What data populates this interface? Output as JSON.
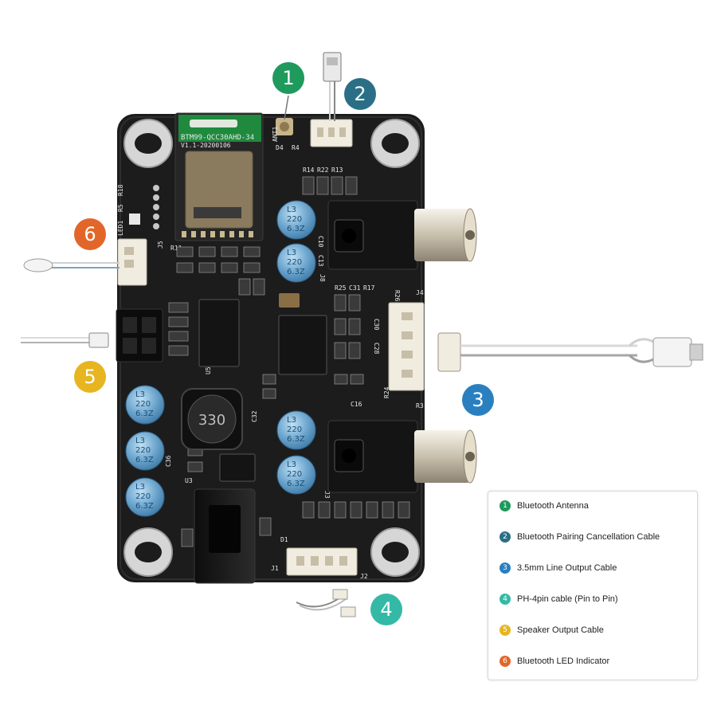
{
  "module_label": {
    "line1": "BTM99-QCC30AHD-34",
    "line2": "V1.1-20200106"
  },
  "capacitor_label": {
    "line1": "L3",
    "line2": "220",
    "line3": "6.3Z"
  },
  "inductor_label": "330",
  "board_refs": {
    "ant": "ANT1",
    "d4": "D4",
    "r4": "R4",
    "r14": "R14",
    "r22": "R22",
    "r13": "R13",
    "r18": "R18",
    "r5": "R5",
    "led1": "LED1",
    "j5": "J5",
    "r11": "R11",
    "c10": "C10",
    "c13": "C13",
    "j8": "J8",
    "r25": "R25",
    "c31": "C31",
    "r17": "R17",
    "r26": "R26",
    "j4": "J4",
    "c30": "C30",
    "c28": "C28",
    "u5": "U5",
    "r24": "R24",
    "c16": "C16",
    "r3": "R3",
    "c36": "C36",
    "u3": "U3",
    "j1": "J1",
    "j2": "J2",
    "d1": "D1",
    "j3": "J3",
    "c32": "C32"
  },
  "colors": {
    "badge1": "#1e9a5c",
    "badge2": "#2b6f86",
    "badge3": "#2a7fbf",
    "badge4": "#35b9a7",
    "badge5": "#e6b520",
    "badge6": "#e2662a",
    "pcb": "#1c1c1c",
    "capacitor": "#6fa7cf",
    "connector": "#f1ece0"
  },
  "badges": [
    "1",
    "2",
    "3",
    "4",
    "5",
    "6"
  ],
  "legend": [
    {
      "num": "1",
      "label": "Bluetooth Antenna",
      "color": "#1e9a5c"
    },
    {
      "num": "2",
      "label": "Bluetooth Pairing Cancellation Cable",
      "color": "#2b6f86"
    },
    {
      "num": "3",
      "label": "3.5mm Line Output Cable",
      "color": "#2a7fbf"
    },
    {
      "num": "4",
      "label": "PH-4pin cable (Pin to Pin)",
      "color": "#35b9a7"
    },
    {
      "num": "5",
      "label": "Speaker Output Cable",
      "color": "#e6b520"
    },
    {
      "num": "6",
      "label": "Bluetooth LED Indicator",
      "color": "#e2662a"
    }
  ]
}
